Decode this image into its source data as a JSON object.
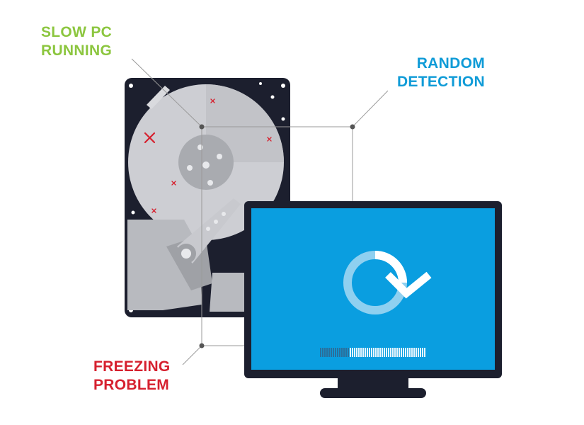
{
  "labels": {
    "slow_pc": {
      "line1": "SLOW PC",
      "line2": "RUNNING",
      "color": "#8cc63f"
    },
    "random_detection": {
      "line1": "RANDOM",
      "line2": "DETECTION",
      "color": "#0f9bd7"
    },
    "freezing_problem": {
      "line1": "FREEZING",
      "line2": "PROBLEM",
      "color": "#d6202e"
    }
  },
  "illustration": {
    "hard_drive": {
      "case_color": "#1c1f2e",
      "platter_color": "#cdced3",
      "error_mark_color": "#d6202e"
    },
    "monitor": {
      "frame_color": "#1c1f2e",
      "screen_color": "#0a9ee0"
    },
    "progress": {
      "fraction": 0.28
    },
    "connector_color": "#9a9a9a"
  }
}
